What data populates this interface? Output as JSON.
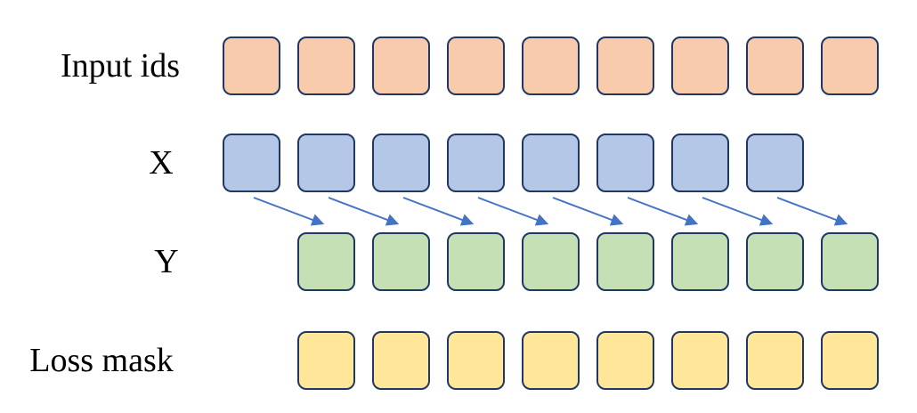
{
  "diagram": {
    "background_color": "#ffffff",
    "box_border_color": "#1F3864",
    "rows": [
      {
        "name": "input-ids",
        "label": "Input ids",
        "count": 9,
        "offset": 0,
        "fill": "#F8CBAD"
      },
      {
        "name": "x",
        "label": "X",
        "count": 8,
        "offset": 0,
        "fill": "#B4C7E7"
      },
      {
        "name": "y",
        "label": "Y",
        "count": 8,
        "offset": 1,
        "fill": "#C5E0B4"
      },
      {
        "name": "loss-mask",
        "label": "Loss mask",
        "count": 8,
        "offset": 1,
        "fill": "#FFE699"
      }
    ],
    "arrows": {
      "count": 8,
      "from_row": "X",
      "to_row": "Y",
      "direction": "down-right",
      "color": "#4472C4"
    }
  }
}
